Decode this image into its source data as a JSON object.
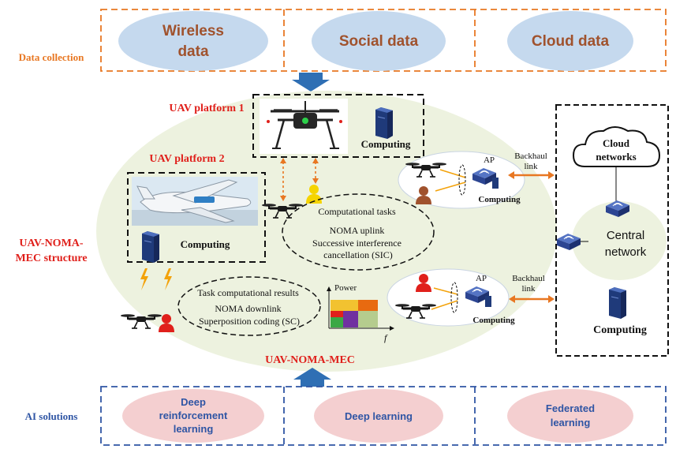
{
  "data_collection": {
    "label": "Data collection",
    "items": [
      "Wireless data",
      "Social data",
      "Cloud data"
    ]
  },
  "ai_solutions": {
    "label": "AI solutions",
    "items": [
      "Deep reinforcement learning",
      "Deep learning",
      "Federated learning"
    ]
  },
  "structure_label": "UAV-NOMA-MEC structure",
  "structure_label_lines": [
    "UAV-NOMA-",
    "MEC structure"
  ],
  "uav_noma_mec_label": "UAV-NOMA-MEC",
  "platform1": {
    "title": "UAV platform 1",
    "computing": "Computing"
  },
  "platform2": {
    "title": "UAV platform 2",
    "computing": "Computing"
  },
  "uplink_box": [
    "Computational tasks",
    "NOMA uplink",
    "Successive interference",
    "cancellation (SIC)"
  ],
  "downlink_box": [
    "Task computational results",
    "NOMA downlink",
    "Superposition coding (SC)"
  ],
  "power_chart": {
    "ylabel": "Power",
    "xlabel": "f"
  },
  "ap_top": {
    "ap": "AP",
    "computing": "Computing",
    "backhaul": [
      "Backhaul",
      "link"
    ]
  },
  "ap_bottom": {
    "ap": "AP",
    "computing": "Computing",
    "backhaul": [
      "Backhaul",
      "link"
    ]
  },
  "cloud": {
    "title_lines": [
      "Cloud",
      "networks"
    ],
    "central_lines": [
      "Central",
      "network"
    ],
    "computing": "Computing"
  },
  "colors": {
    "orange": "#e87722",
    "blue": "#2f55a4",
    "red": "#e0201b",
    "bubble_blue": "#c5d9ee",
    "bubble_pink": "#f4cfd0",
    "field_green": "#edf2df",
    "brown": "#a0522d"
  },
  "icons": [
    "drone-icon",
    "server-icon",
    "user-icon",
    "router-icon",
    "cloud-icon",
    "lightning-icon",
    "airplane-icon"
  ]
}
